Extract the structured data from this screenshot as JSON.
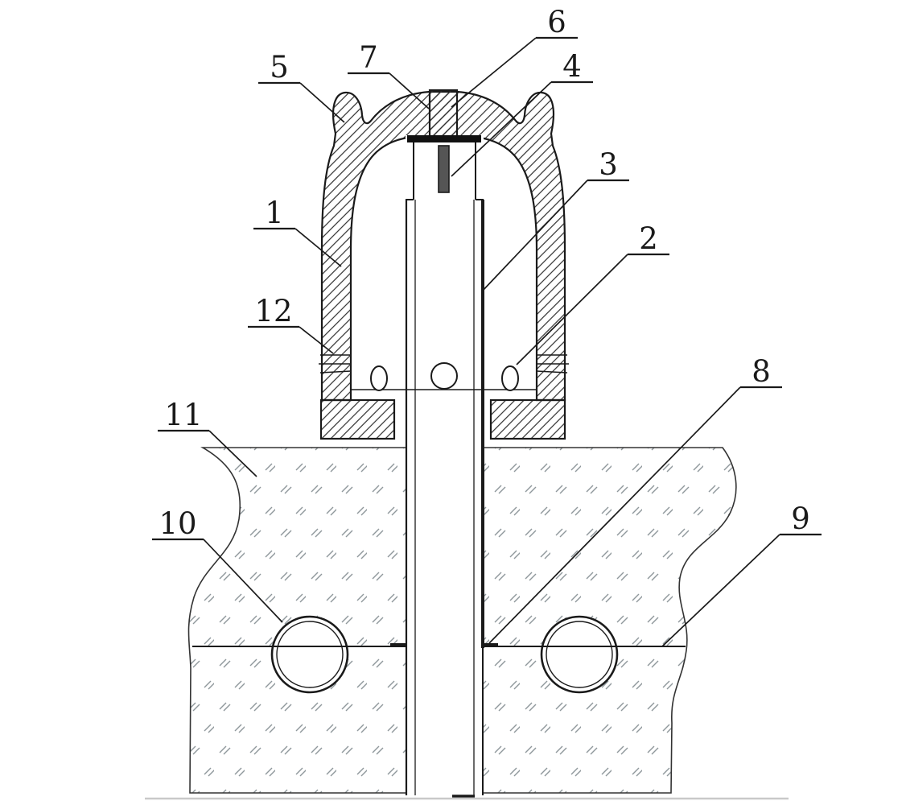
{
  "figure": {
    "background": "#ffffff",
    "ink": "#1a1a1a",
    "hatch_color": "#2e2e2e",
    "ground_mark_color": "#8f989c",
    "part_labels": {
      "p1": "1",
      "p2": "2",
      "p3": "3",
      "p4": "4",
      "p5": "5",
      "p6": "6",
      "p7": "7",
      "p8": "8",
      "p9": "9",
      "p10": "10",
      "p11": "11",
      "p12": "12"
    }
  }
}
